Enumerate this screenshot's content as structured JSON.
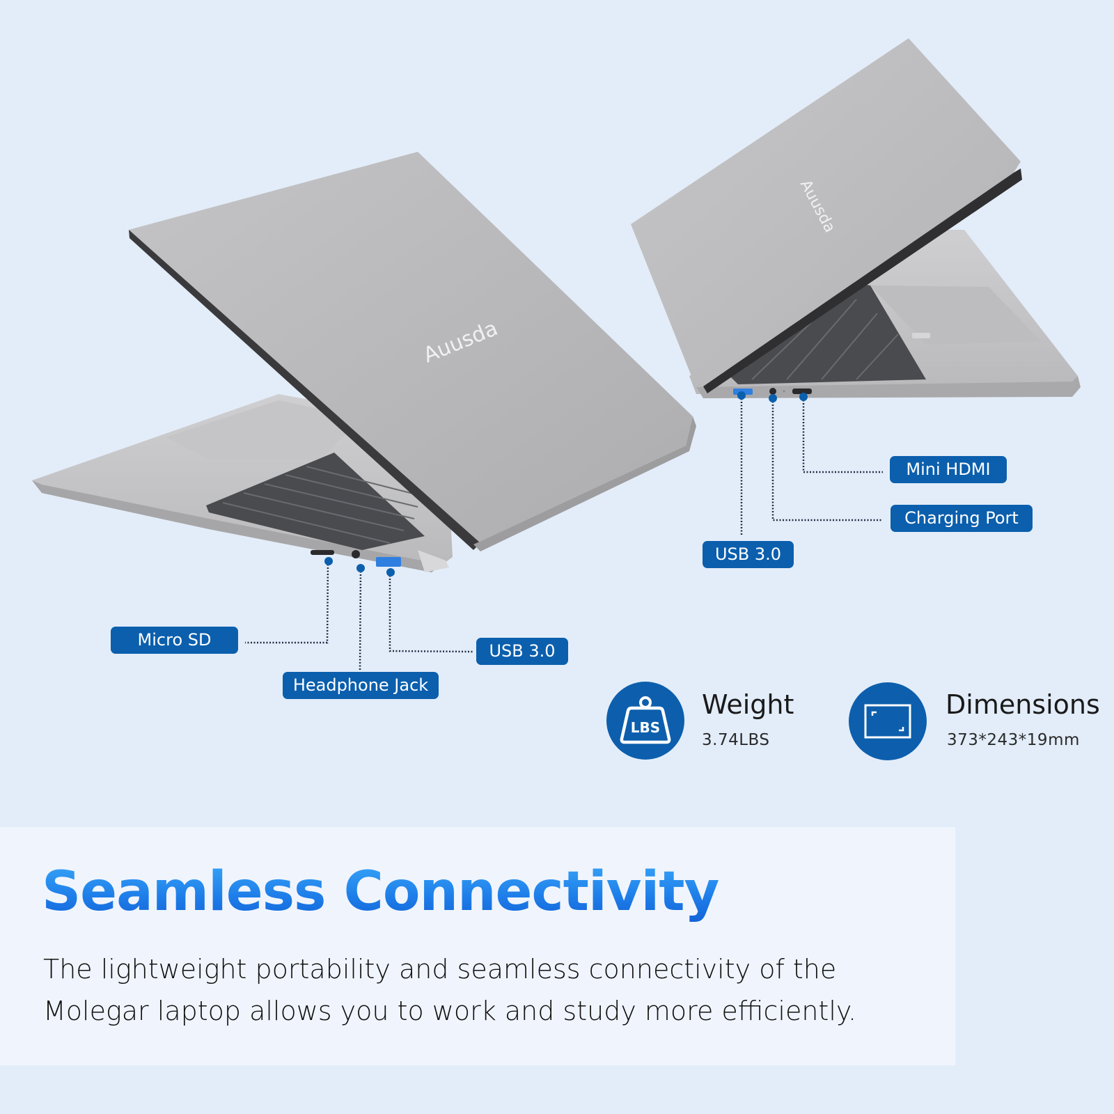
{
  "brand_logo": "Auusda",
  "colors": {
    "background": "#e3edf9",
    "label_bg": "#0b5fad",
    "label_text": "#ffffff",
    "icon_circle": "#0d5fad",
    "headline_gradient_top": "#38a6f8",
    "headline_gradient_bottom": "#1262d6",
    "laptop_lid": "#b7b7b9",
    "laptop_base": "#c9c9cb",
    "keyboard": "#4a4b4f"
  },
  "left_laptop": {
    "logo": "Auusda",
    "ports": [
      {
        "label": "Micro SD",
        "icon": "micro-sd-slot"
      },
      {
        "label": "Headphone Jack",
        "icon": "headphone-jack"
      },
      {
        "label": "USB 3.0",
        "icon": "usb-port"
      }
    ]
  },
  "right_laptop": {
    "logo": "Auusda",
    "ports": [
      {
        "label": "USB 3.0",
        "icon": "usb-port"
      },
      {
        "label": "Charging Port",
        "icon": "charging-port"
      },
      {
        "label": "Mini HDMI",
        "icon": "mini-hdmi-port"
      }
    ]
  },
  "specs": {
    "weight": {
      "title": "Weight",
      "value": "3.74LBS",
      "icon": "weight-lbs-icon",
      "icon_text": "LBS"
    },
    "dimensions": {
      "title": "Dimensions",
      "value": "373*243*19mm",
      "icon": "dimensions-frame-icon"
    }
  },
  "feature": {
    "headline": "Seamless Connectivity",
    "description": "The lightweight portability and seamless connectivity of the Molegar laptop allows you to work and study more efficiently."
  }
}
